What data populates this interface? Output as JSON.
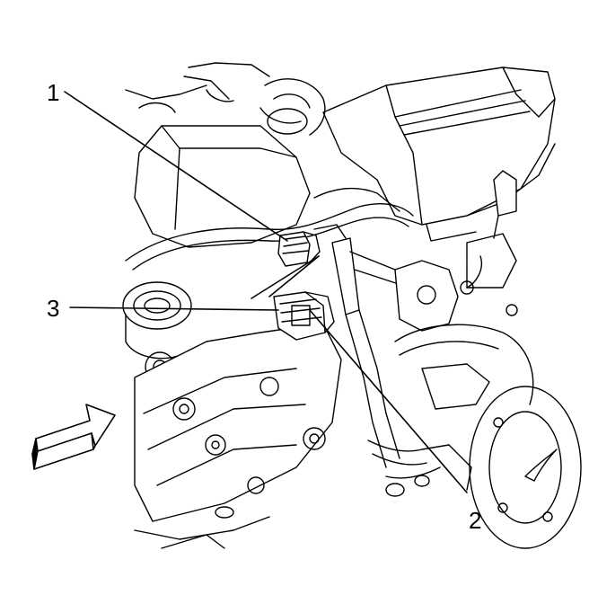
{
  "figure": {
    "callouts": [
      {
        "id": "1",
        "text": "1"
      },
      {
        "id": "2",
        "text": "2"
      },
      {
        "id": "3",
        "text": "3"
      }
    ],
    "colors": {
      "line": "#000000",
      "background": "#ffffff",
      "shade": "#d9d9d9"
    },
    "icons": {
      "direction_arrow": "view-direction-arrow-icon"
    }
  }
}
